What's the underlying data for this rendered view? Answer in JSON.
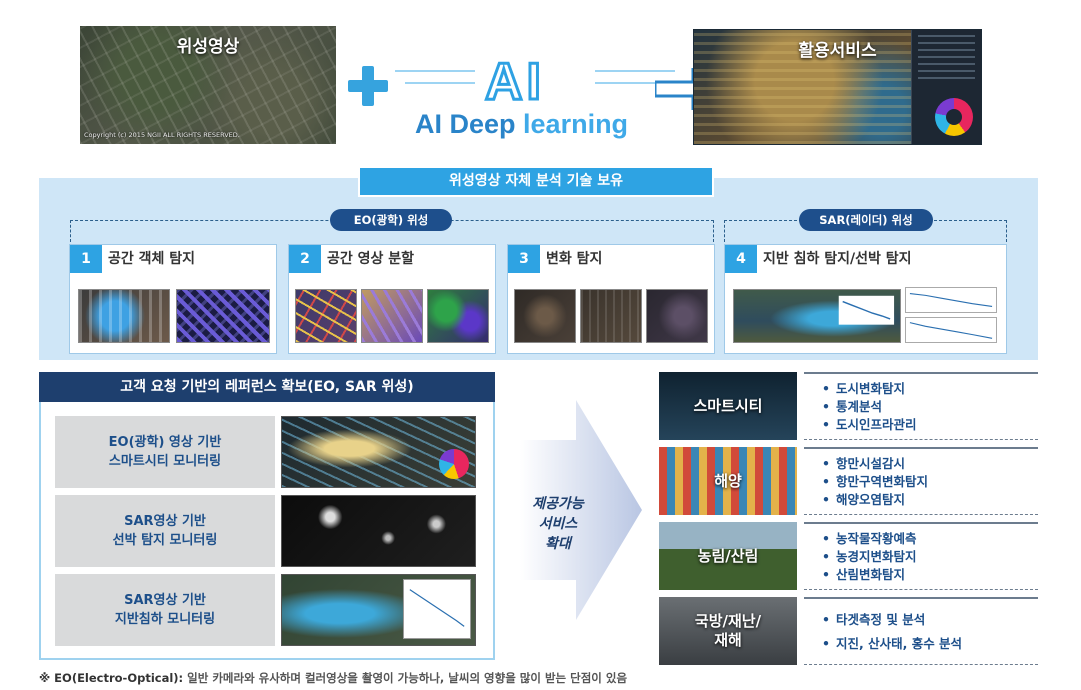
{
  "top": {
    "satellite_label": "위성영상",
    "copyright": "Copyright (c) 2015 NGII ALL RIGHTS RESERVED.",
    "ai_text": "AI",
    "ai_subtitle_dark": "AI Deep ",
    "ai_subtitle_light": "learning",
    "service_label": "활용서비스"
  },
  "middle": {
    "header": "위성영상 자체 분석 기술 보유",
    "group_eo": "EO(광학) 위성",
    "group_sar": "SAR(레이더) 위성",
    "cards": [
      {
        "num": "1",
        "title": "공간 객체 탐지"
      },
      {
        "num": "2",
        "title": "공간 영상 분할"
      },
      {
        "num": "3",
        "title": "변화 탐지"
      },
      {
        "num": "4",
        "title": "지반 침하 탐지/선박 탐지"
      }
    ]
  },
  "reference": {
    "header": "고객 요청 기반의 레퍼런스 확보(EO, SAR 위성)",
    "items": [
      {
        "line1": "EO(광학) 영상 기반",
        "line2": "스마트시티 모니터링"
      },
      {
        "line1": "SAR영상 기반",
        "line2": "선박 탐지 모니터링"
      },
      {
        "line1": "SAR영상 기반",
        "line2": "지반침하 모니터링"
      }
    ]
  },
  "arrow": {
    "line1": "제공가능",
    "line2": "서비스",
    "line3": "확대"
  },
  "services": [
    {
      "name": "스마트시티",
      "items": [
        "도시변화탐지",
        "통계분석",
        "도시인프라관리"
      ]
    },
    {
      "name": "해양",
      "items": [
        "항만시설감시",
        "항만구역변화탐지",
        "해양오염탐지"
      ]
    },
    {
      "name": "농림/산림",
      "items": [
        "농작물작황예측",
        "농경지변화탐지",
        "산림변화탐지"
      ]
    },
    {
      "name_line1": "국방/재난/",
      "name_line2": "재해",
      "items": [
        "타겟측정 및 분석",
        "지진, 산사태, 홍수 분석"
      ]
    }
  ],
  "footnote": {
    "prefix": "※ EO(Electro-Optical):",
    "text": " 일반 카메라와 유사하며 컬러영상을 촬영이 가능하나, 날씨의 영향을 많이 받는 단점이 있음"
  }
}
